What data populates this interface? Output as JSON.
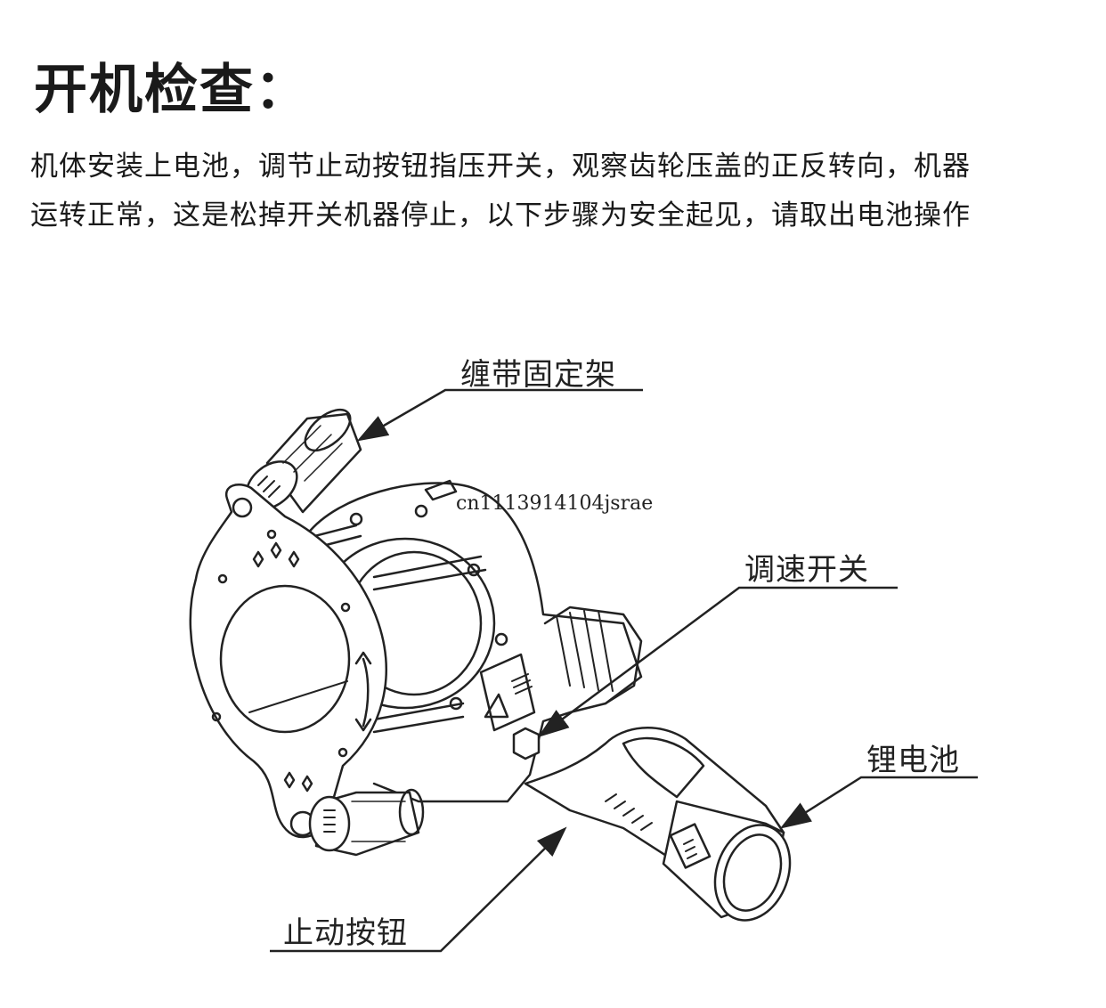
{
  "heading": {
    "title": "开机检查："
  },
  "description": {
    "line1": "机体安装上电池，调节止动按钮指压开关，观察齿轮压盖的正反转向，机器",
    "line2": "运转正常，这是松掉开关机器停止，以下步骤为安全起见，请取出电池操作"
  },
  "callouts": {
    "strap_holder": "缠带固定架",
    "speed_switch": "调速开关",
    "battery": "锂电池",
    "stop_button": "止动按钮"
  },
  "watermark": "cn1113914104jsrae",
  "colors": {
    "line": "#222222",
    "background": "#ffffff"
  }
}
